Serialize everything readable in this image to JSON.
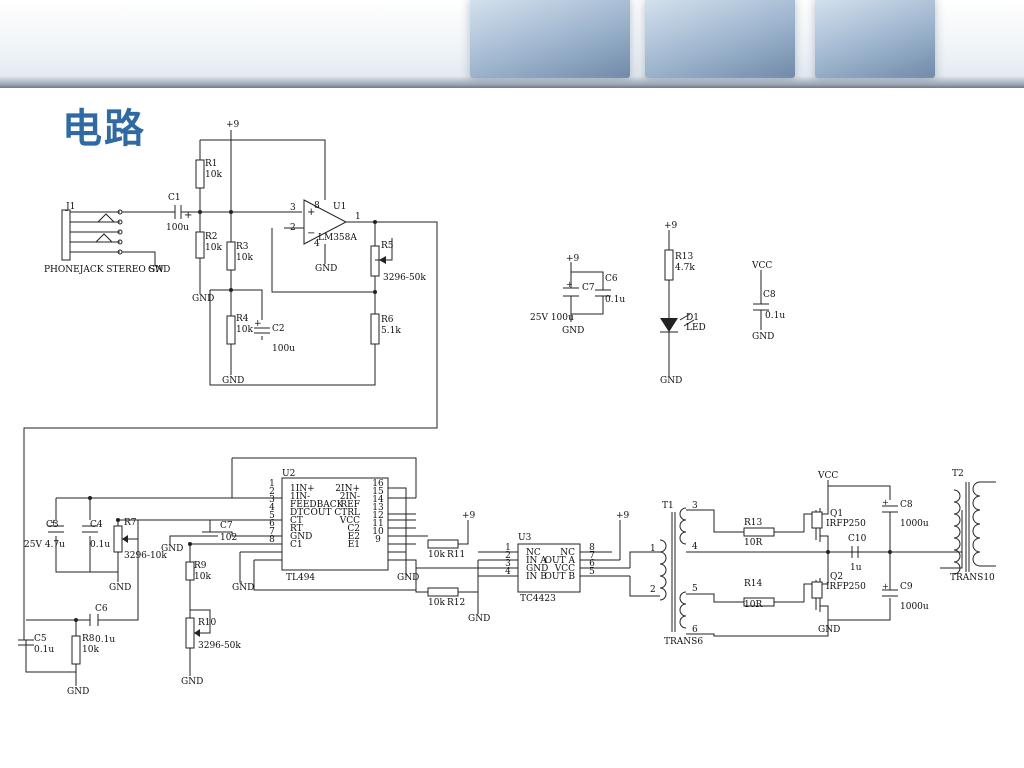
{
  "title": "电路",
  "colors": {
    "title": "#2f6aa3",
    "banner_cube": "#9fb6cf",
    "wire": "#222222"
  },
  "components": {
    "j1": {
      "ref": "J1",
      "name": "PHONEJACK STEREO SW",
      "gnd": "GND"
    },
    "c1": {
      "ref": "C1",
      "value": "100u"
    },
    "r1": {
      "ref": "R1",
      "value": "10k"
    },
    "r2": {
      "ref": "R2",
      "value": "10k"
    },
    "r3": {
      "ref": "R3",
      "value": "10k"
    },
    "r4": {
      "ref": "R4",
      "value": "10k"
    },
    "c2": {
      "ref": "C2",
      "value": "100u"
    },
    "u1": {
      "ref": "U1",
      "part": "LM358A",
      "pin3": "3",
      "pin2": "2",
      "pin1": "1",
      "pin8": "8",
      "pin4": "4"
    },
    "r5": {
      "ref": "R5",
      "value": "3296-50k"
    },
    "r6": {
      "ref": "R6",
      "value": "5.1k"
    },
    "c7p": {
      "ref": "C7",
      "value": "25V 100u"
    },
    "c6p": {
      "ref": "C6",
      "value": "0.1u"
    },
    "r13p": {
      "ref": "R13",
      "value": "4.7k"
    },
    "d1": {
      "ref": "D1",
      "value": "LED"
    },
    "c8p": {
      "ref": "C8",
      "value": "0.1u"
    },
    "u2": {
      "ref": "U2",
      "part": "TL494",
      "left_pins": [
        {
          "num": "1",
          "name": "1IN+"
        },
        {
          "num": "2",
          "name": "1IN-"
        },
        {
          "num": "3",
          "name": "FEEDBACK"
        },
        {
          "num": "4",
          "name": "DTC"
        },
        {
          "num": "5",
          "name": "CT"
        },
        {
          "num": "6",
          "name": "RT"
        },
        {
          "num": "7",
          "name": "GND"
        },
        {
          "num": "8",
          "name": "C1"
        }
      ],
      "right_pins": [
        {
          "num": "16",
          "name": "2IN+"
        },
        {
          "num": "15",
          "name": "2IN-"
        },
        {
          "num": "14",
          "name": "REF"
        },
        {
          "num": "13",
          "name": "OUT CTRL"
        },
        {
          "num": "12",
          "name": "VCC"
        },
        {
          "num": "11",
          "name": "C2"
        },
        {
          "num": "10",
          "name": "E2"
        },
        {
          "num": "9",
          "name": "E1"
        }
      ]
    },
    "u3": {
      "ref": "U3",
      "part": "TC4423",
      "left_pins": [
        {
          "num": "1",
          "name": "NC"
        },
        {
          "num": "2",
          "name": "IN A"
        },
        {
          "num": "3",
          "name": "GND"
        },
        {
          "num": "4",
          "name": "IN B"
        }
      ],
      "right_pins": [
        {
          "num": "8",
          "name": "NC"
        },
        {
          "num": "7",
          "name": "OUT A"
        },
        {
          "num": "6",
          "name": "VCC"
        },
        {
          "num": "5",
          "name": "OUT B"
        }
      ]
    },
    "c3": {
      "ref": "C3",
      "value": "25V 4.7u"
    },
    "c4": {
      "ref": "C4",
      "value": "0.1u"
    },
    "r7": {
      "ref": "R7",
      "value": "3296-10k"
    },
    "c7": {
      "ref": "C7",
      "value": "102"
    },
    "r9": {
      "ref": "R9",
      "value": "10k"
    },
    "r10": {
      "ref": "R10",
      "value": "3296-50k"
    },
    "c5": {
      "ref": "C5",
      "value": "0.1u"
    },
    "r8": {
      "ref": "R8",
      "value": "10k"
    },
    "c6": {
      "ref": "C6",
      "value": "0.1u"
    },
    "r11": {
      "ref": "R11",
      "value": "10k"
    },
    "r12": {
      "ref": "R12",
      "value": "10k"
    },
    "t1": {
      "ref": "T1",
      "name": "TRANS6",
      "p1": "1",
      "p2": "2",
      "p3": "3",
      "p4": "4",
      "p5": "5",
      "p6": "6"
    },
    "r13": {
      "ref": "R13",
      "value": "10R"
    },
    "r14": {
      "ref": "R14",
      "value": "10R"
    },
    "q1": {
      "ref": "Q1",
      "value": "IRFP250"
    },
    "q2": {
      "ref": "Q2",
      "value": "IRFP250"
    },
    "c8": {
      "ref": "C8",
      "value": "1000u"
    },
    "c9": {
      "ref": "C9",
      "value": "1000u"
    },
    "c10": {
      "ref": "C10",
      "value": "1u"
    },
    "t2": {
      "ref": "T2",
      "name": "TRANS10"
    }
  },
  "power": {
    "plus9": "+9",
    "gnd": "GND",
    "vcc": "VCC"
  }
}
